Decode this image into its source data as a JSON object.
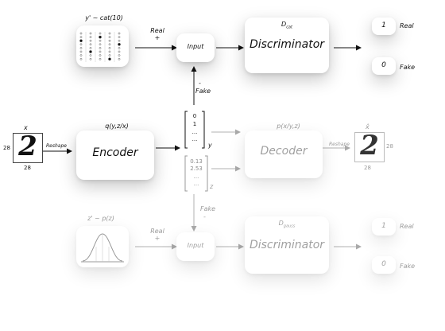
{
  "top": {
    "prior_label": "y' ~ cat(10)",
    "real_label": "Real",
    "plus": "+",
    "input_label": "Input",
    "disc_label": "Discriminator",
    "disc_sym": "D",
    "disc_sub": "cat",
    "out_one": "1",
    "out_zero": "0",
    "real_out": "Real",
    "fake_out": "Fake",
    "neg": "-",
    "fake_label": "Fake"
  },
  "mid": {
    "x_label": "x",
    "dim": "28",
    "digit": "2",
    "reshape": "Reshape",
    "encoder_title": "q(y,z/x)",
    "encoder_label": "Encoder",
    "y_values": [
      "0",
      "1",
      "...",
      "..."
    ],
    "y_label": "y",
    "z_values": [
      "0.13",
      "2.53",
      "...",
      "..."
    ],
    "z_label": "z",
    "decoder_title": "p(x/y,z)",
    "decoder_label": "Decoder",
    "reshape_out": "Reshape",
    "xhat_label": "x̂",
    "dim_out": "28"
  },
  "bottom": {
    "prior_label": "z' ~ p(z)",
    "real_label": "Real",
    "plus": "+",
    "fake_label": "Fake",
    "neg": "-",
    "input_label": "Input",
    "disc_label": "Discriminator",
    "disc_sym": "D",
    "disc_sub": "gauss",
    "out_one": "1",
    "out_zero": "0",
    "real_out": "Real",
    "fake_out": "Fake"
  },
  "colors": {
    "active": "#111111",
    "faded": "#9a9a9a"
  }
}
